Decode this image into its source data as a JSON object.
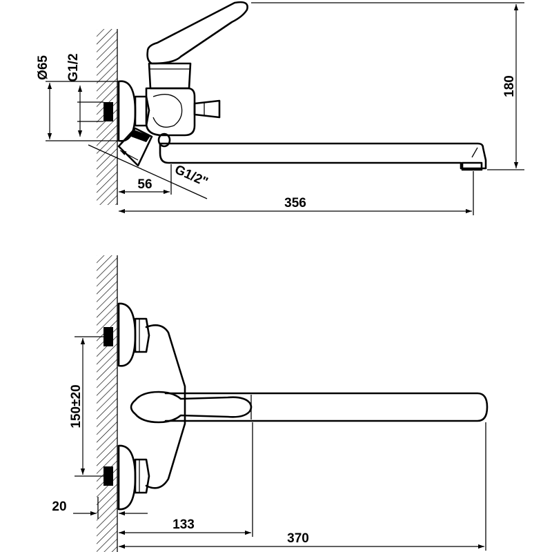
{
  "side_view": {
    "dim_diameter": "Ø65",
    "dim_thread_top": "G1/2",
    "dim_height": "180",
    "dim_thread_inlet": "G1/2\"",
    "dim_offset": "56",
    "dim_length": "356"
  },
  "top_view": {
    "dim_spacing": "150±20",
    "dim_wall": "20",
    "dim_handle": "133",
    "dim_length": "370"
  },
  "colors": {
    "line": "#000000",
    "background": "#ffffff"
  }
}
